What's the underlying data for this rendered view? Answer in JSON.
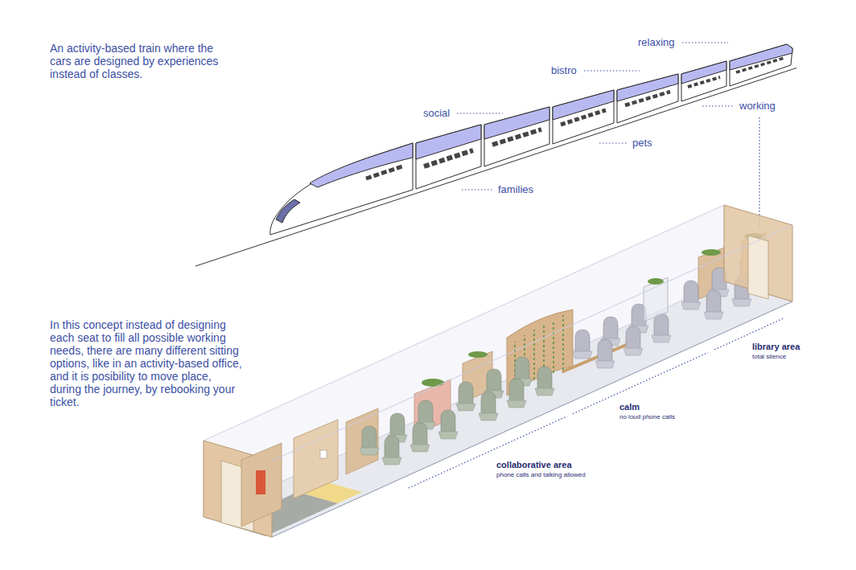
{
  "diagram": {
    "labels": [
      "An activity-based train where the cars are designed by experiences instead of classes.",
      "relaxing",
      "bistro",
      "social",
      "working",
      "pets",
      "families",
      "In this concept instead of designing each seat to fill all possible working needs, there are many different sitting options, like in an activity-based office, and it is posibility to move place, during the journey, by rebooking your ticket.",
      "library area",
      "total silence",
      "calm",
      "no loud phone calls",
      "collaborative area",
      "phone calls and talking allowed"
    ]
  }
}
